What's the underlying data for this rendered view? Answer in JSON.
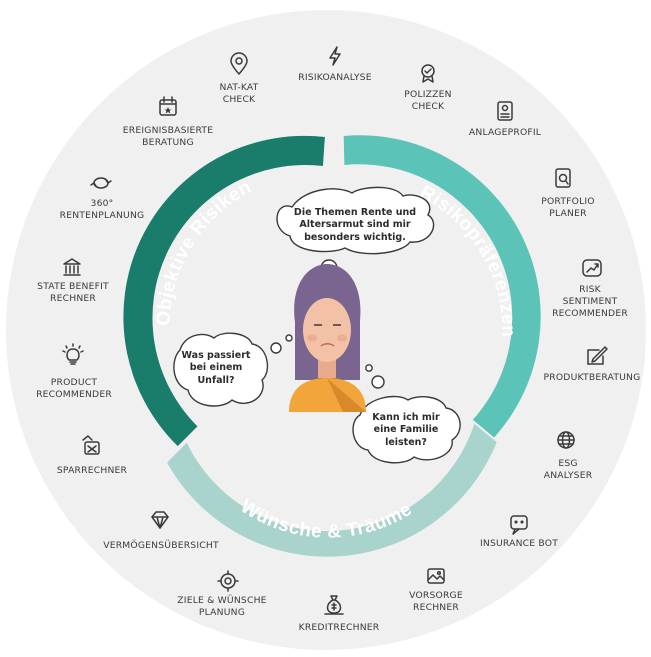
{
  "segments": {
    "left": "Objektive Risiken",
    "right": "Risikopräferenzen",
    "bottom": "Wünsche & Träume"
  },
  "thoughts": {
    "top": "Die Themen Rente und\nAltersarmut sind mir\nbesonders wichtig.",
    "left": "Was passiert\nbei einem\nUnfall?",
    "right": "Kann ich mir\neine Familie\nleisten?"
  },
  "tools": [
    {
      "label": "RISIKOANALYSE",
      "icon": "lightning-icon"
    },
    {
      "label": "POLIZZEN\nCHECK",
      "icon": "badge-check-icon"
    },
    {
      "label": "ANLAGEPROFIL",
      "icon": "profile-document-icon"
    },
    {
      "label": "PORTFOLIO\nPLANER",
      "icon": "portfolio-search-icon"
    },
    {
      "label": "RISK SENTIMENT\nRECOMMENDER",
      "icon": "trend-up-icon"
    },
    {
      "label": "PRODUKTBERATUNG",
      "icon": "pen-edit-icon"
    },
    {
      "label": "ESG\nANALYSER",
      "icon": "globe-icon"
    },
    {
      "label": "INSURANCE BOT",
      "icon": "chat-bot-icon"
    },
    {
      "label": "VORSORGE\nRECHNER",
      "icon": "image-calc-icon"
    },
    {
      "label": "KREDITRECHNER",
      "icon": "money-bag-icon"
    },
    {
      "label": "ZIELE & WÜNSCHE\nPLANUNG",
      "icon": "target-icon"
    },
    {
      "label": "VERMÖGENSÜBERSICHT",
      "icon": "diamond-icon"
    },
    {
      "label": "SPARRECHNER",
      "icon": "piggy-calc-icon"
    },
    {
      "label": "PRODUCT\nRECOMMENDER",
      "icon": "lightbulb-icon"
    },
    {
      "label": "STATE BENEFIT\nRECHNER",
      "icon": "bank-icon"
    },
    {
      "label": "360°\nRENTENPLANUNG",
      "icon": "cycle-arrows-icon"
    },
    {
      "label": "EREIGNISBASIERTE\nBERATUNG",
      "icon": "calendar-star-icon"
    },
    {
      "label": "NAT-KAT\nCHECK",
      "icon": "map-pin-icon"
    }
  ],
  "colors": {
    "outer_ring": "#f0f0f0",
    "left_segment": "#1a7d6b",
    "right_segment": "#5cc3b9",
    "bottom_segment": "#a9d3cd",
    "hair": "#7a6591",
    "sweater": "#f2a53a"
  }
}
